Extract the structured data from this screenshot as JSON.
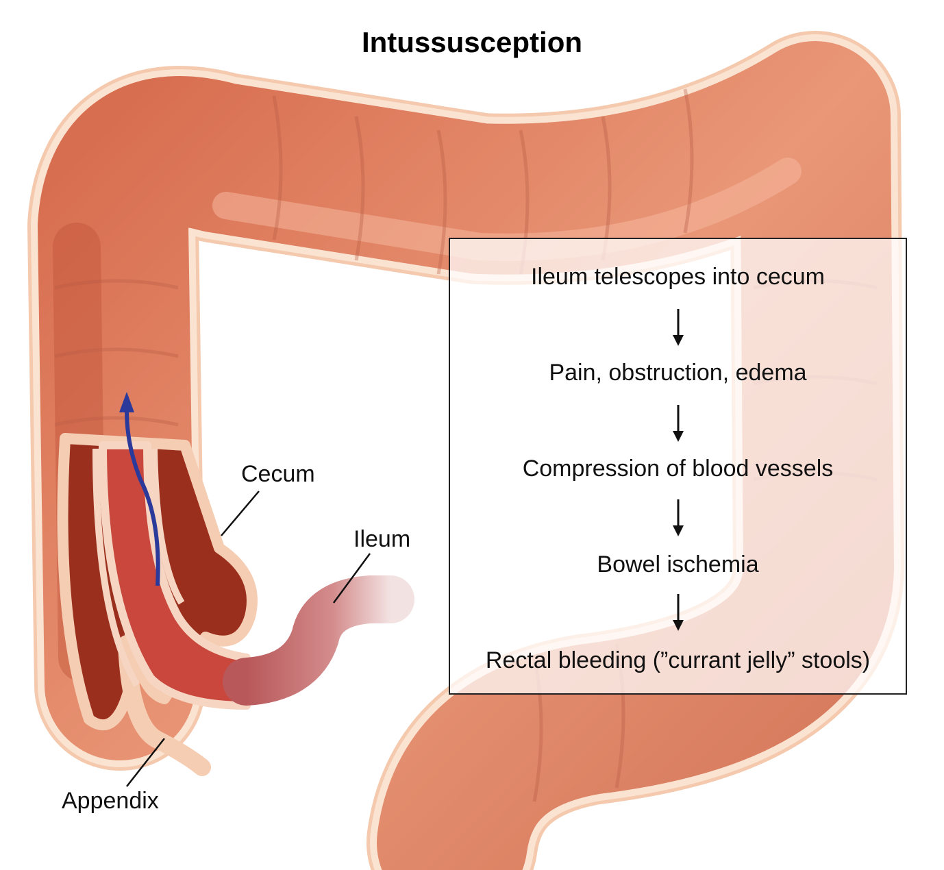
{
  "title": "Intussusception",
  "labels": {
    "cecum": "Cecum",
    "ileum": "Ileum",
    "appendix": "Appendix"
  },
  "flow": {
    "steps": [
      "Ileum telescopes into cecum",
      "Pain, obstruction, edema",
      "Compression of blood vessels",
      "Bowel ischemia",
      "Rectal bleeding (”currant jelly” stools)"
    ]
  },
  "colors": {
    "colon_outline": "#f4c6a8",
    "colon_body": "#e58f6f",
    "colon_dark": "#b3492f",
    "ileum_inner": "#c9493f",
    "ileum_outer": "#c97a78",
    "arrow_blue": "#2b3a9a"
  }
}
